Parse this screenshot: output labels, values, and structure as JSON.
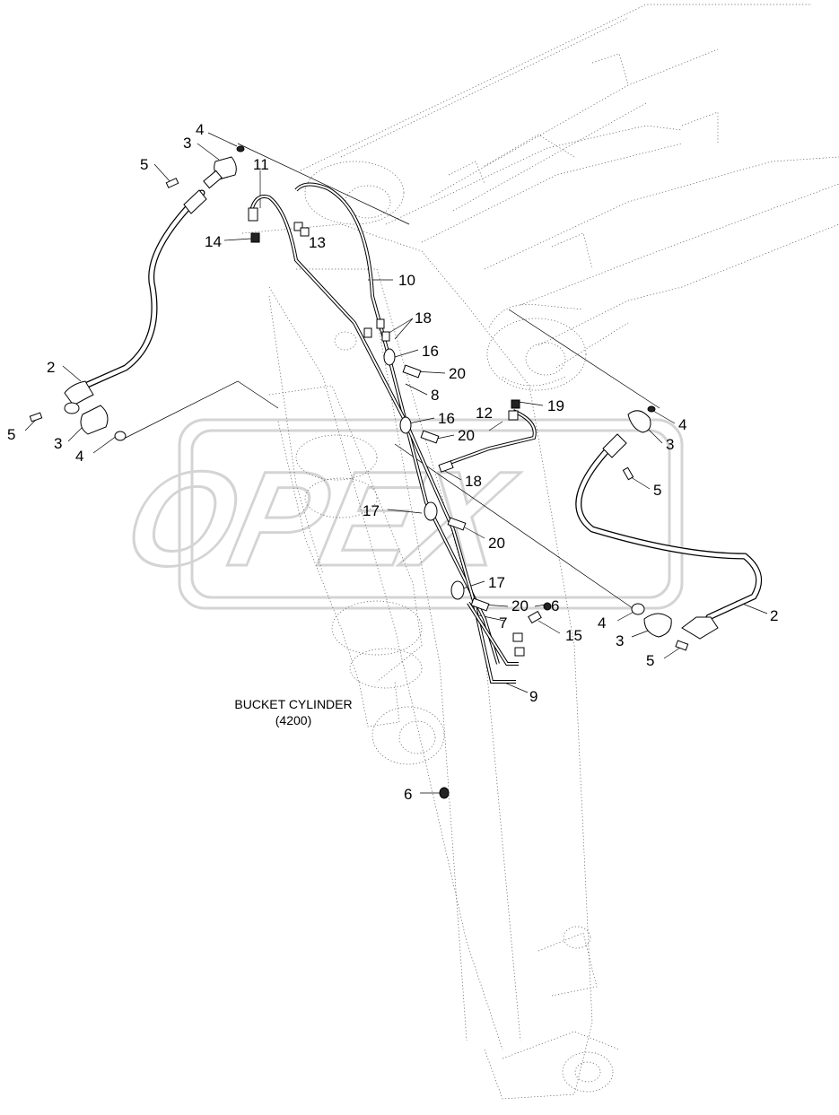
{
  "diagram": {
    "caption": {
      "line1": "BUCKET CYLINDER",
      "line2": "(4200)"
    },
    "watermark": "OPEX",
    "callouts": [
      {
        "id": "c-4-top-left",
        "label": "4"
      },
      {
        "id": "c-3-top-left",
        "label": "3"
      },
      {
        "id": "c-5-top-left",
        "label": "5"
      },
      {
        "id": "c-11",
        "label": "11"
      },
      {
        "id": "c-14",
        "label": "14"
      },
      {
        "id": "c-13",
        "label": "13"
      },
      {
        "id": "c-10",
        "label": "10"
      },
      {
        "id": "c-18-a",
        "label": "18"
      },
      {
        "id": "c-16-a",
        "label": "16"
      },
      {
        "id": "c-2-left",
        "label": "2"
      },
      {
        "id": "c-20-a",
        "label": "20"
      },
      {
        "id": "c-8",
        "label": "8"
      },
      {
        "id": "c-19",
        "label": "19"
      },
      {
        "id": "c-4-right",
        "label": "4"
      },
      {
        "id": "c-16-b",
        "label": "16"
      },
      {
        "id": "c-12",
        "label": "12"
      },
      {
        "id": "c-3-right",
        "label": "3"
      },
      {
        "id": "c-5-bottom-left",
        "label": "5"
      },
      {
        "id": "c-3-bottom-left",
        "label": "3"
      },
      {
        "id": "c-4-bottom-left",
        "label": "4"
      },
      {
        "id": "c-20-b",
        "label": "20"
      },
      {
        "id": "c-18-b",
        "label": "18"
      },
      {
        "id": "c-5-right",
        "label": "5"
      },
      {
        "id": "c-17-a",
        "label": "17"
      },
      {
        "id": "c-20-c",
        "label": "20"
      },
      {
        "id": "c-17-b",
        "label": "17"
      },
      {
        "id": "c-20-d",
        "label": "20"
      },
      {
        "id": "c-6-a",
        "label": "6"
      },
      {
        "id": "c-7",
        "label": "7"
      },
      {
        "id": "c-15",
        "label": "15"
      },
      {
        "id": "c-2-right",
        "label": "2"
      },
      {
        "id": "c-4-bottom-right",
        "label": "4"
      },
      {
        "id": "c-3-bottom-right",
        "label": "3"
      },
      {
        "id": "c-5-bottom-right",
        "label": "5"
      },
      {
        "id": "c-9",
        "label": "9"
      },
      {
        "id": "c-6-b",
        "label": "6"
      }
    ]
  }
}
